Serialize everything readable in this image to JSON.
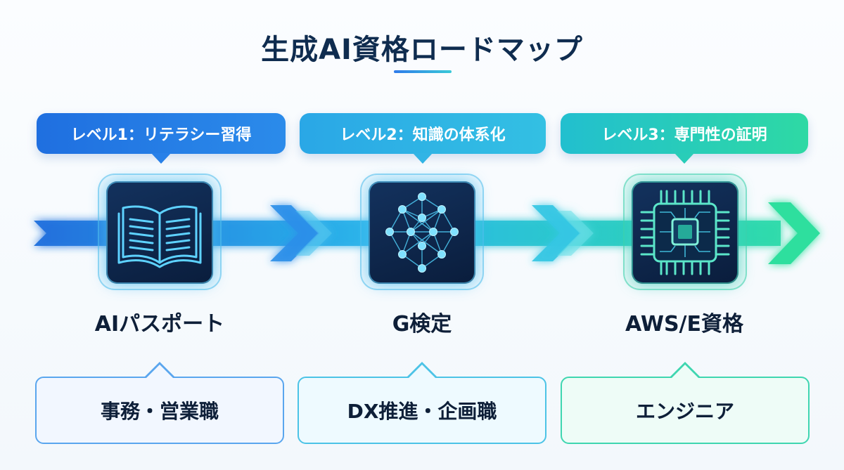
{
  "title": "生成AI資格ロードマップ",
  "levels": [
    {
      "badge": "レベル1：リテラシー習得",
      "certification": "AIパスポート",
      "role": "事務・営業職",
      "icon": "open-book-icon",
      "color": "#1f6fe0"
    },
    {
      "badge": "レベル2：知識の体系化",
      "certification": "G検定",
      "role": "DX推進・企画職",
      "icon": "neural-network-icon",
      "color": "#2aa7e6"
    },
    {
      "badge": "レベル3：専門性の証明",
      "certification": "AWS/E資格",
      "role": "エンジニア",
      "icon": "ai-chip-icon",
      "color": "#22c7b8"
    }
  ],
  "colors": {
    "accent_blue": "#1f6fe0",
    "accent_cyan": "#33c0e3",
    "accent_green": "#2ed9a4",
    "title": "#0f2c4f"
  }
}
